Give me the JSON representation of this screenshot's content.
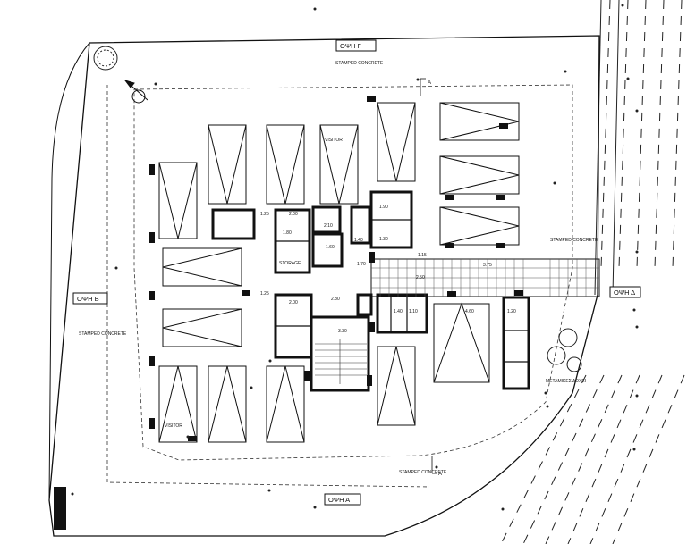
{
  "facades": {
    "top": "ΟΨΗ Γ",
    "left": "ΟΨΗ Β",
    "right": "ΟΨΗ Δ",
    "bottom": "ΟΨΗ Α"
  },
  "surfaces": {
    "top": "STAMPED CONCRETE",
    "left": "STAMPED CONCRETE",
    "right": "STAMPED CONCRETE",
    "bottom": "STAMPED CONCRETE"
  },
  "parking": {
    "visitor_top": "VISITOR",
    "visitor_bottom": "VISITOR"
  },
  "rooms": {
    "storage": "STORAGE",
    "metric": "ΜΕΤΑΜΙΚΕΣ ΔΟΧΕΙ"
  },
  "section_marker": "A",
  "dimensions": {
    "d1": "1.25",
    "d2": "2.00",
    "d3": "1.80",
    "d4": "2.10",
    "d5": "1.40",
    "d6": "1.60",
    "d7": "1.70",
    "d8": "1.15",
    "d9": "2.50",
    "d10": "1.25",
    "d11": "2.00",
    "d12": "2.80",
    "d13": "3.30",
    "d14": "1.40",
    "d15": "1.10",
    "d16": "4.60",
    "d17": "1.90",
    "d18": "1.30",
    "d19": "1.20",
    "d20": "3.75"
  }
}
